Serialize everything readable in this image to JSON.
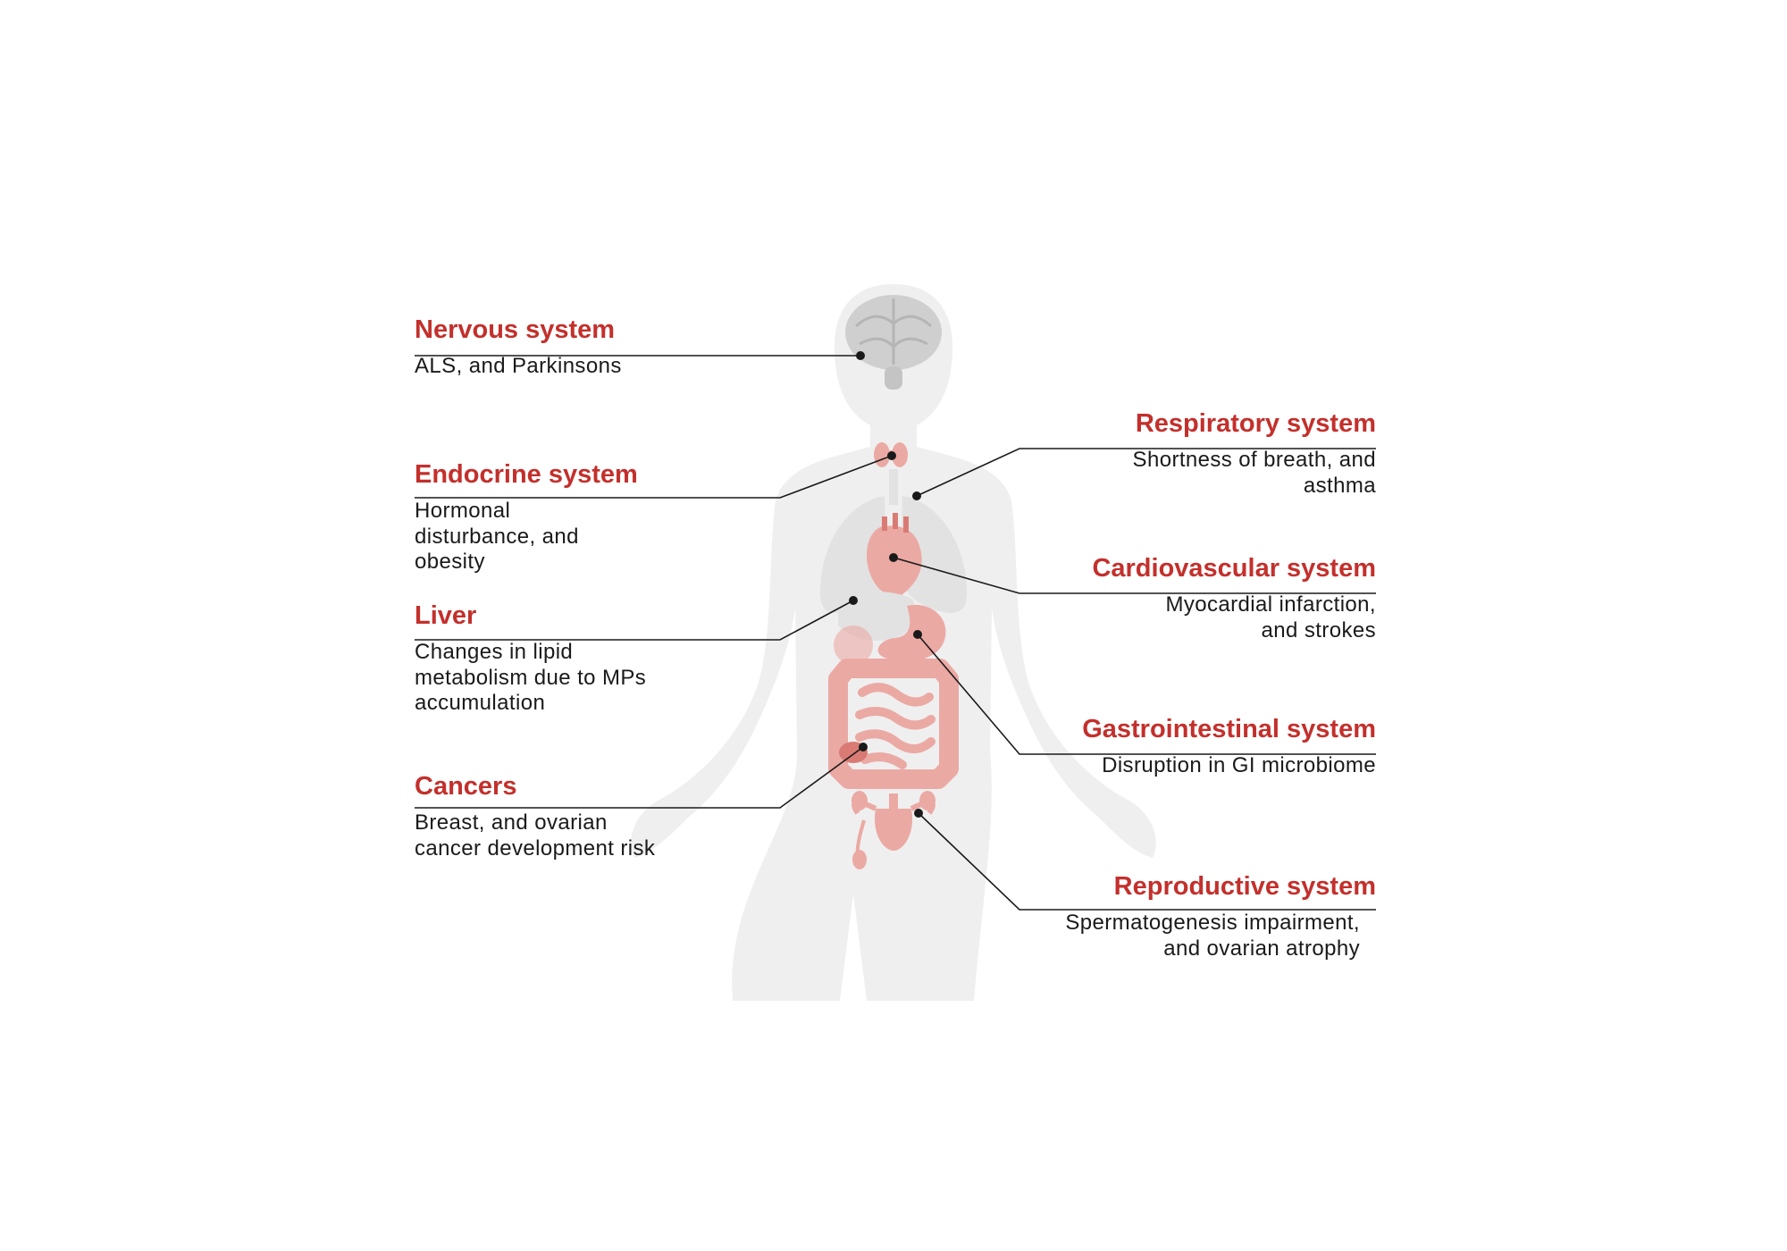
{
  "colors": {
    "title": "#c3302c",
    "text": "#1a1a1a",
    "leader_line": "#1a1a1a",
    "body": "#efefef",
    "organ_light": "#e2e2e2",
    "organ_pink": "#eba9a4",
    "organ_pink_dark": "#d97b74",
    "brain": "#cfcfcf"
  },
  "callouts": [
    {
      "id": "nervous",
      "title": "Nervous system",
      "description": [
        "ALS, and Parkinsons"
      ]
    },
    {
      "id": "endocrine",
      "title": "Endocrine system",
      "description": [
        "Hormonal",
        "disturbance, and",
        "obesity"
      ]
    },
    {
      "id": "liver",
      "title": "Liver",
      "description": [
        "Changes in lipid",
        "metabolism due to MPs",
        "accumulation"
      ]
    },
    {
      "id": "cancers",
      "title": "Cancers",
      "description": [
        "Breast, and ovarian",
        "cancer development risk"
      ]
    },
    {
      "id": "respiratory",
      "title": "Respiratory system",
      "description": [
        "Shortness of breath, and",
        "asthma"
      ]
    },
    {
      "id": "cardiovascular",
      "title": "Cardiovascular system",
      "description": [
        "Myocardial infarction,",
        "and strokes"
      ]
    },
    {
      "id": "gastrointestinal",
      "title": "Gastrointestinal system",
      "description": [
        "Disruption in GI microbiome"
      ]
    },
    {
      "id": "reproductive",
      "title": "Reproductive system",
      "description": [
        "Spermatogenesis impairment,",
        "and ovarian atrophy"
      ]
    }
  ],
  "body_figure": {
    "icons": [
      "brain-icon",
      "thyroid-icon",
      "lungs-icon",
      "heart-icon",
      "liver-icon",
      "stomach-icon",
      "intestines-icon",
      "uterus-icon",
      "testis-icon"
    ]
  }
}
